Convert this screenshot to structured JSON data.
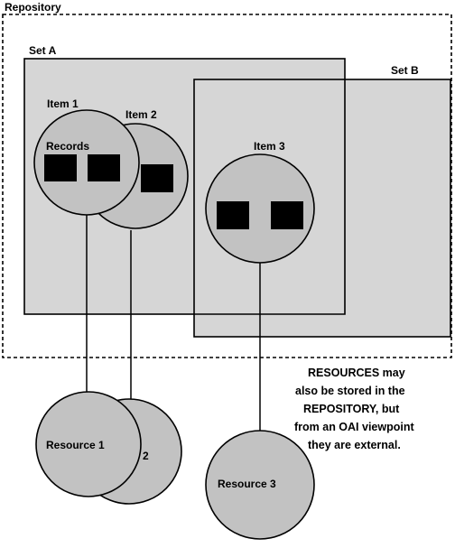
{
  "diagram": {
    "repository": {
      "label": "Repository"
    },
    "set_a": {
      "label": "Set A"
    },
    "set_b": {
      "label": "Set B"
    },
    "item_1": {
      "label": "Item 1",
      "records_label": "Records"
    },
    "item_2": {
      "label": "Item 2"
    },
    "item_3": {
      "label": "Item 3"
    },
    "resource_1": {
      "label": "Resource 1"
    },
    "resource_2": {
      "label": "e 2"
    },
    "resource_3": {
      "label": "Resource 3"
    },
    "note": {
      "lines": [
        "RESOURCES may",
        "also be stored in the",
        "REPOSITORY, but",
        "from an OAI viewpoint",
        "they are external."
      ]
    }
  },
  "colors": {
    "set_fill": "#d6d6d6",
    "circle_fill": "#c2c2c2",
    "record_fill": "#000000",
    "stroke": "#000000",
    "background": "#ffffff"
  }
}
